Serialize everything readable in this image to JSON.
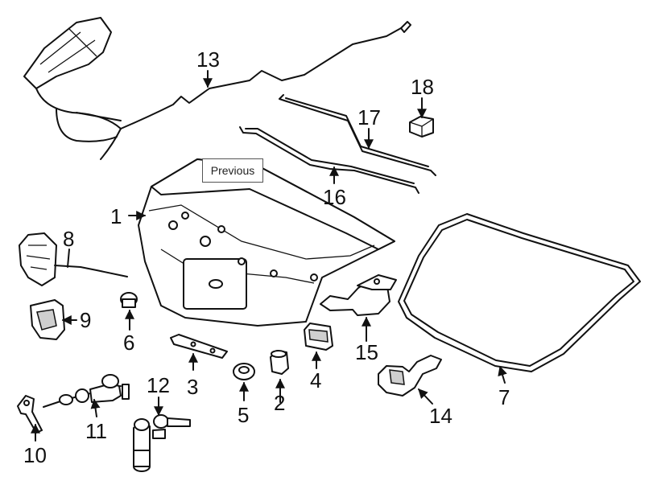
{
  "tooltip": {
    "text": "Previous"
  },
  "callouts": {
    "c1": "1",
    "c2": "2",
    "c3": "3",
    "c4": "4",
    "c5": "5",
    "c6": "6",
    "c7": "7",
    "c8": "8",
    "c9": "9",
    "c10": "10",
    "c11": "11",
    "c12": "12",
    "c13": "13",
    "c14": "14",
    "c15": "15",
    "c16": "16",
    "c17": "17",
    "c18": "18"
  },
  "icons": {
    "arrow": "arrow-icon"
  }
}
